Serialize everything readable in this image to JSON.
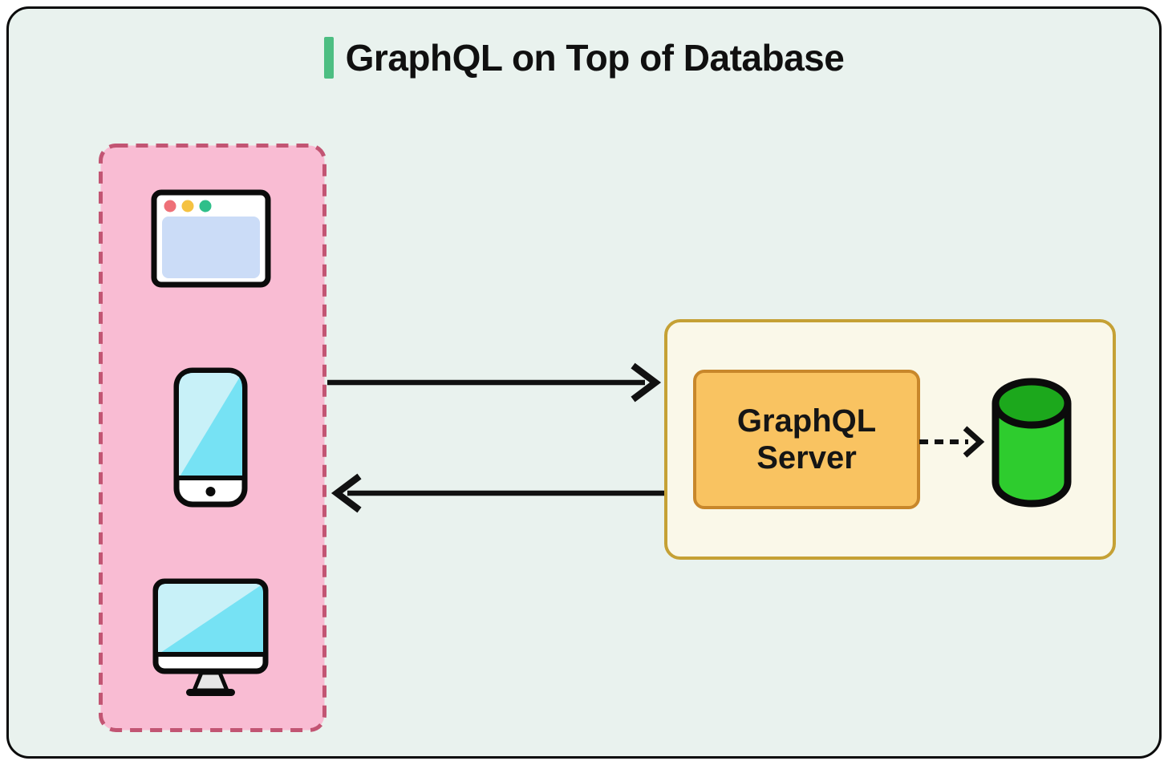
{
  "window": {
    "background": "#FFFFFF",
    "card_background": "#E9F2EE",
    "card_border_color": "#0B0B0B"
  },
  "title": {
    "text": "GraphQL on Top of Database",
    "accent_bar_color": "#4DBE82",
    "text_color": "#101010"
  },
  "clients_group": {
    "name": "client-devices",
    "fill": "#F9BCD3",
    "dash_border_color": "#C25573",
    "items": [
      {
        "icon": "browser-window-icon"
      },
      {
        "icon": "smartphone-icon"
      },
      {
        "icon": "desktop-monitor-icon"
      }
    ]
  },
  "icons": {
    "browser-window-icon": {
      "frame_fill": "#FFFFFF",
      "outline": "#0B0B0B",
      "dot_colors": [
        "#EE7078",
        "#F5C242",
        "#2FBF8A"
      ],
      "content_fill": "#CBDCF7"
    },
    "smartphone-icon": {
      "frame_fill": "#FFFFFF",
      "outline": "#0B0B0B",
      "screen_fill": "#76E2F4",
      "glare_fill": "#C8F1F8"
    },
    "desktop-monitor-icon": {
      "frame_fill": "#FFFFFF",
      "outline": "#0B0B0B",
      "screen_fill": "#76E2F4",
      "glare_fill": "#C8F1F8",
      "stand_fill": "#E6E6E6"
    },
    "database-cylinder-icon": {
      "body_fill": "#2ECC2E",
      "top_fill": "#1CA81C",
      "outline": "#0B0B0B"
    }
  },
  "server_group": {
    "fill": "#FAF8E9",
    "border_color": "#C5A135"
  },
  "server_box": {
    "label": "GraphQL Server",
    "fill": "#F9C361",
    "border_color": "#C8872B",
    "text_color": "#151515"
  },
  "arrows": [
    {
      "name": "clients-to-server-arrow",
      "style": "solid",
      "direction": "right",
      "color": "#111111"
    },
    {
      "name": "server-to-clients-arrow",
      "style": "solid",
      "direction": "left",
      "color": "#111111"
    },
    {
      "name": "server-to-database-arrow",
      "style": "dashed",
      "direction": "right",
      "color": "#111111"
    }
  ]
}
